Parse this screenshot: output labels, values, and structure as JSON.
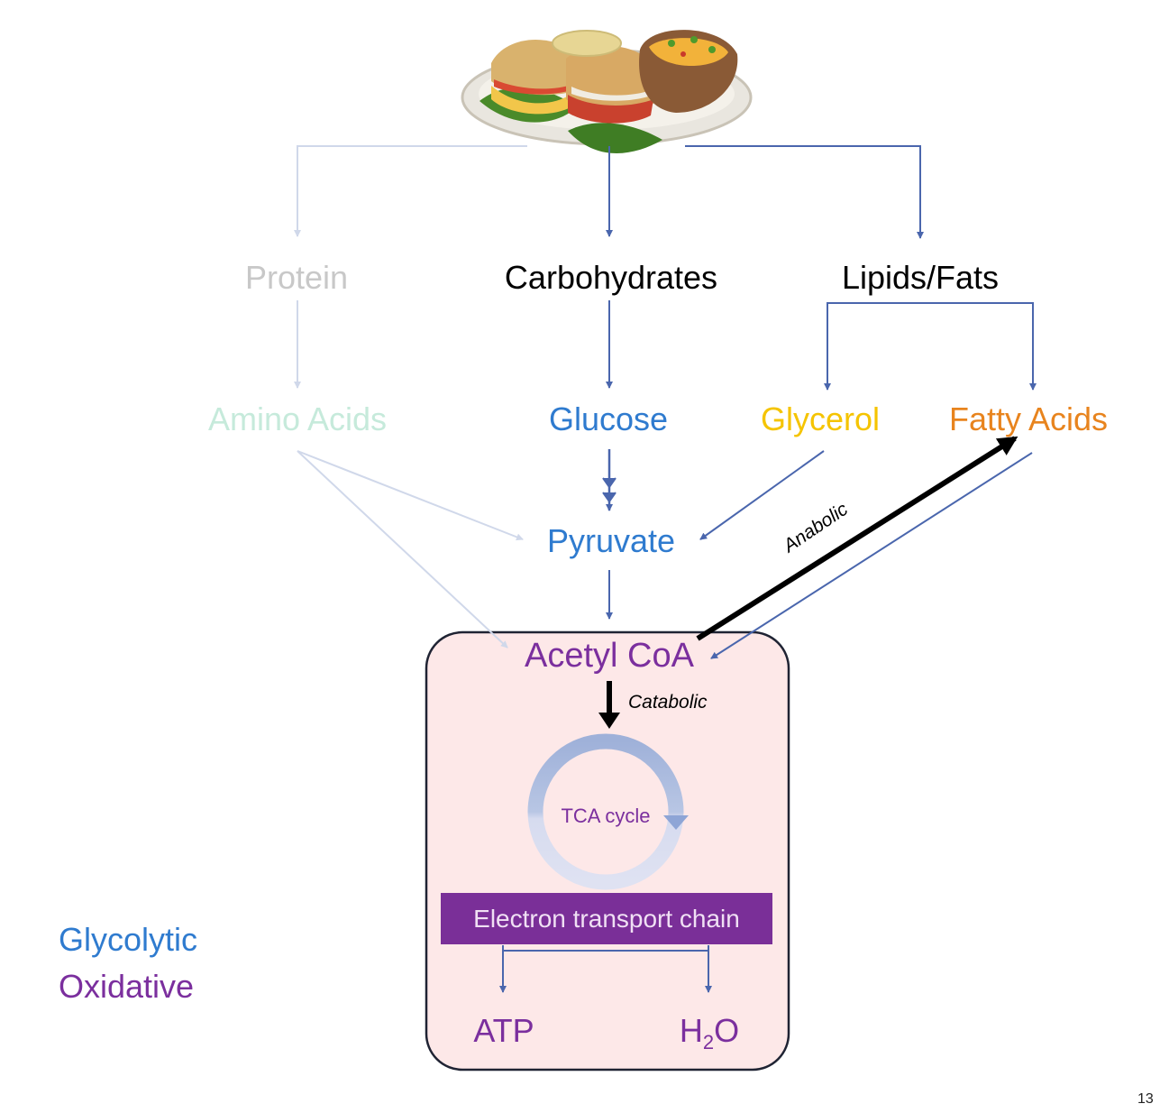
{
  "nodes": {
    "protein": "Protein",
    "carbohydrates": "Carbohydrates",
    "lipids": "Lipids/Fats",
    "amino_acids": "Amino Acids",
    "glucose": "Glucose",
    "glycerol": "Glycerol",
    "fatty_acids": "Fatty Acids",
    "pyruvate": "Pyruvate",
    "acetyl_coa": "Acetyl CoA",
    "tca_cycle": "TCA cycle",
    "etc": "Electron transport chain",
    "atp": "ATP",
    "h2o_base": "H",
    "h2o_sub": "2",
    "h2o_end": "O"
  },
  "labels": {
    "anabolic": "Anabolic",
    "catabolic": "Catabolic"
  },
  "legend": {
    "glycolytic": "Glycolytic",
    "oxidative": "Oxidative"
  },
  "page_number": "13",
  "colors": {
    "glycolytic": "#2f7bcf",
    "oxidative": "#7b2f9e",
    "arrow_blue": "#4a66ad",
    "arrow_faded": "#d0d8ea",
    "glycerol": "#f5c400",
    "fatty_acids": "#e8841e",
    "mitochondria_fill": "#fde8e8"
  },
  "image": {
    "subject": "plate of food (sandwiches, sauce, baked potato)"
  }
}
